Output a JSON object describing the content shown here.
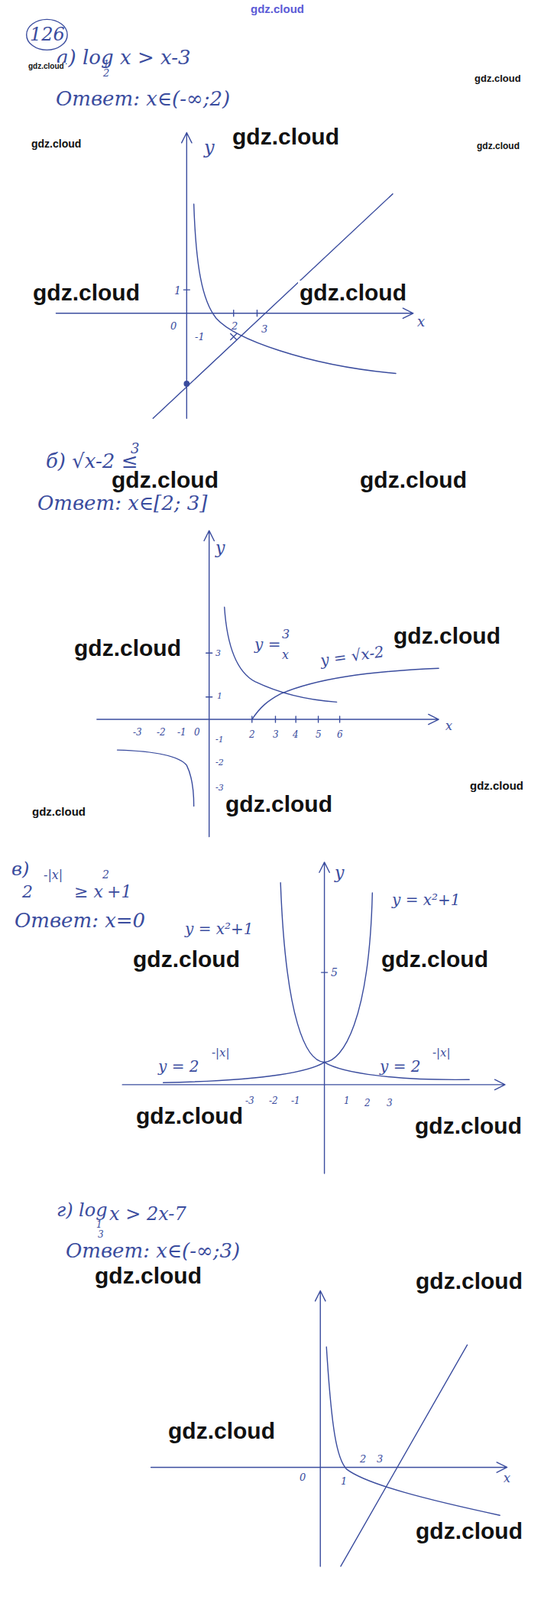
{
  "diagram": {
    "labels": [
      "gdz.cloud",
      "126",
      "а) log",
      "1",
      "2",
      "x > x-3",
      "Ответ: x∈(-∞;2)",
      "gdz.cloud",
      "gdz.cloud",
      "gdz.cloud",
      "gdz.cloud",
      "gdz.cloud",
      "gdz.cloud",
      "gdz.cloud",
      "y",
      "1",
      "0",
      "-1",
      "2",
      "3",
      "x",
      "б) √x-2 ≤",
      "3",
      "x",
      "Ответ: x∈[2; 3]",
      "gdz.cloud",
      "gdz.cloud",
      "gdz.cloud",
      "gdz.cloud",
      "gdz.cloud",
      "gdz.cloud",
      "gdz.cloud",
      "y",
      "x",
      "y =",
      "3",
      "x",
      "y = √x-2",
      "-3",
      "-2",
      "-1",
      "0",
      "2",
      "3",
      "4",
      "5",
      "6",
      "3",
      "1",
      "-1",
      "-2",
      "-3",
      "в)",
      "2",
      "-|x|",
      "≥ x",
      "2",
      "+1",
      "Ответ: x=0",
      "y = x²+1",
      "y = x²+1",
      "gdz.cloud",
      "gdz.cloud",
      "gdz.cloud",
      "gdz.cloud",
      "y = 2",
      "-|x|",
      "y = 2",
      "-|x|",
      "y",
      "5",
      "-3",
      "-2",
      "-1",
      "1",
      "2",
      "3",
      "г) log",
      "1",
      "3",
      "x > 2x-7",
      "Ответ: x∈(-∞;3)",
      "gdz.cloud",
      "gdz.cloud",
      "gdz.cloud",
      "gdz.cloud",
      "0",
      "1",
      "2",
      "3",
      "x"
    ]
  }
}
